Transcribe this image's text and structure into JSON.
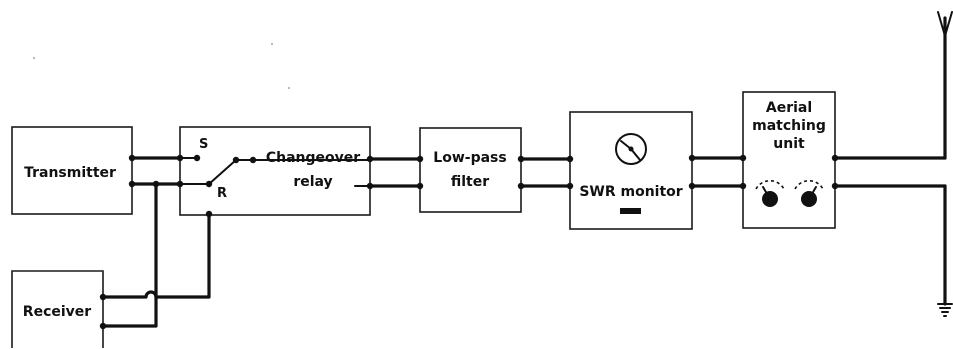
{
  "blocks": {
    "transmitter": {
      "label": "Transmitter"
    },
    "receiver": {
      "label": "Receiver"
    },
    "changeover_relay": {
      "label_line1": "Changeover",
      "label_line2": "relay",
      "terminal_s": "S",
      "terminal_r": "R"
    },
    "low_pass_filter": {
      "label_line1": "Low-pass",
      "label_line2": "filter"
    },
    "swr_monitor": {
      "label": "SWR monitor"
    },
    "aerial_matching_unit": {
      "label_line1": "Aerial",
      "label_line2": "matching",
      "label_line3": "unit"
    }
  }
}
